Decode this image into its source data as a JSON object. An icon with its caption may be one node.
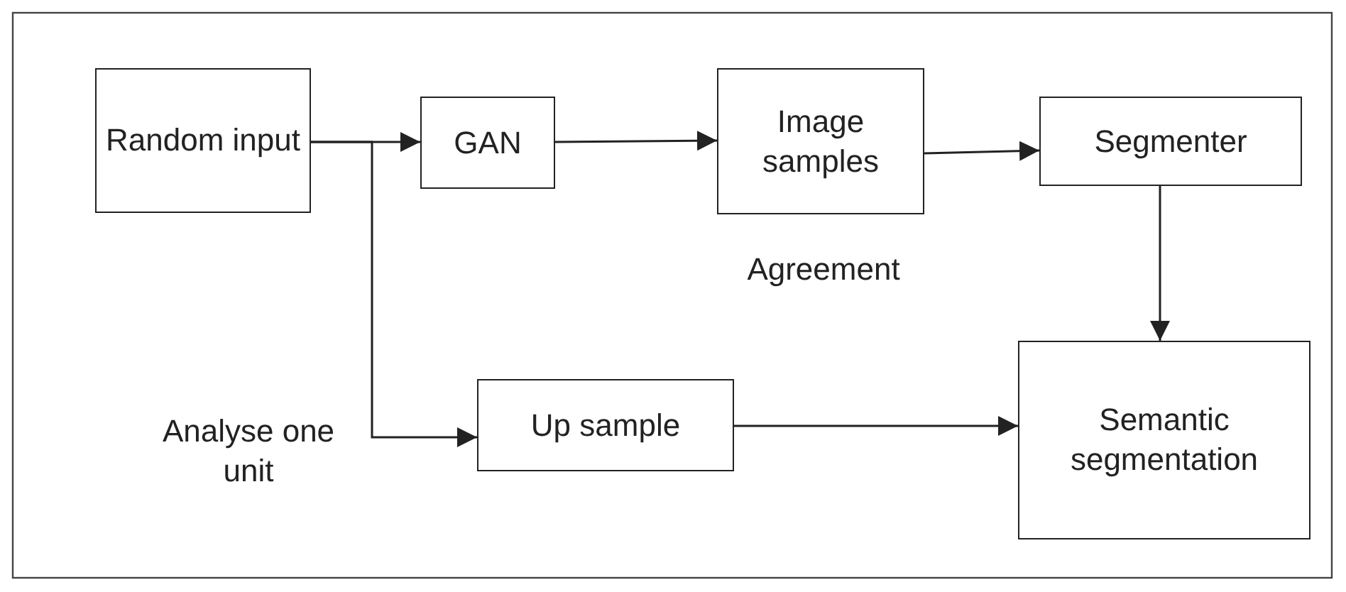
{
  "diagram": {
    "nodes": [
      {
        "text": [
          "Random input"
        ]
      },
      {
        "text": [
          "GAN"
        ]
      },
      {
        "text": [
          "Image samples"
        ]
      },
      {
        "text": [
          "Segmenter"
        ]
      },
      {
        "text": [
          "Up sample"
        ]
      },
      {
        "text": [
          "Semantic segmentation"
        ]
      }
    ],
    "edges": [
      {
        "from": 0,
        "to": 1,
        "arrow": "to"
      },
      {
        "from": 0,
        "to": 4,
        "arrow": "to"
      },
      {
        "from": 1,
        "to": 2,
        "arrow": "to"
      },
      {
        "from": 2,
        "to": 3,
        "arrow": "to"
      },
      {
        "from": 3,
        "to": 5,
        "arrow": "to"
      },
      {
        "from": 4,
        "to": 5,
        "arrow": "to"
      }
    ],
    "labels": [
      "Agreement",
      "Analyse one unit"
    ]
  }
}
